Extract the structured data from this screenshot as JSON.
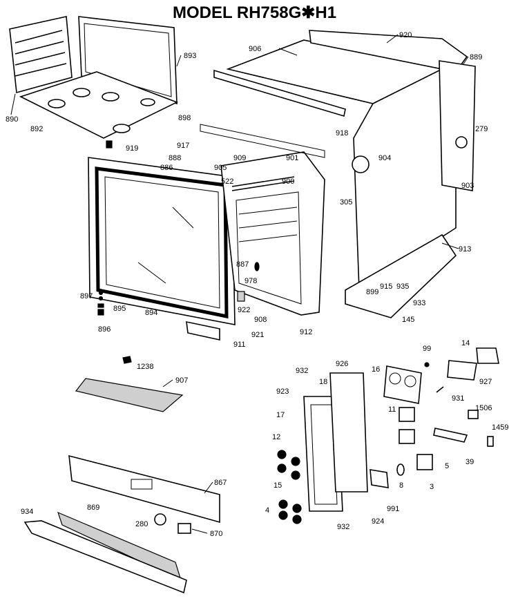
{
  "title": "MODEL RH758G✱H1",
  "callouts": [
    "890",
    "892",
    "893",
    "919",
    "898",
    "917",
    "888",
    "886",
    "905",
    "909",
    "522",
    "906",
    "920",
    "889",
    "918",
    "901",
    "904",
    "279",
    "903",
    "900",
    "305",
    "887",
    "978",
    "897",
    "895",
    "896",
    "894",
    "922",
    "908",
    "911",
    "921",
    "912",
    "899",
    "915",
    "935",
    "933",
    "145",
    "913",
    "1238",
    "907",
    "932",
    "926",
    "18",
    "16",
    "99",
    "14",
    "927",
    "923",
    "931",
    "17",
    "1506",
    "1459",
    "12",
    "15",
    "11",
    "39",
    "5",
    "8",
    "3",
    "991",
    "867",
    "934",
    "869",
    "280",
    "870",
    "4",
    "924"
  ]
}
